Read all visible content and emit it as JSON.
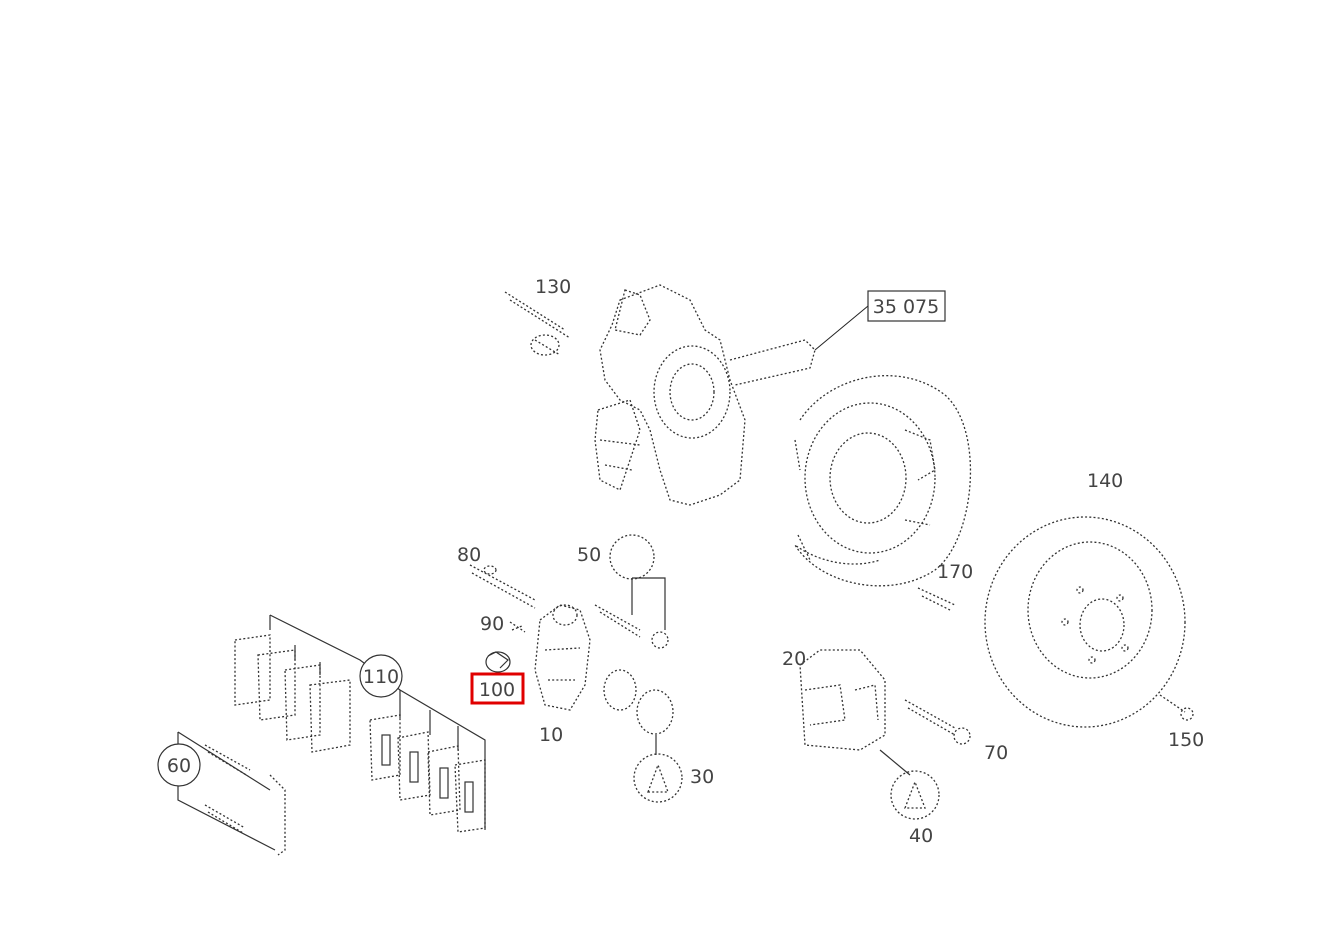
{
  "labels": {
    "p10": "10",
    "p20": "20",
    "p30": "30",
    "p40": "40",
    "p50": "50",
    "p60": "60",
    "p70": "70",
    "p80": "80",
    "p90": "90",
    "p100": "100",
    "p110": "110",
    "p130": "130",
    "p140": "140",
    "p150": "150",
    "p170": "170",
    "ref": "35 075"
  },
  "highlight": {
    "part": "100",
    "color": "#e00000"
  }
}
